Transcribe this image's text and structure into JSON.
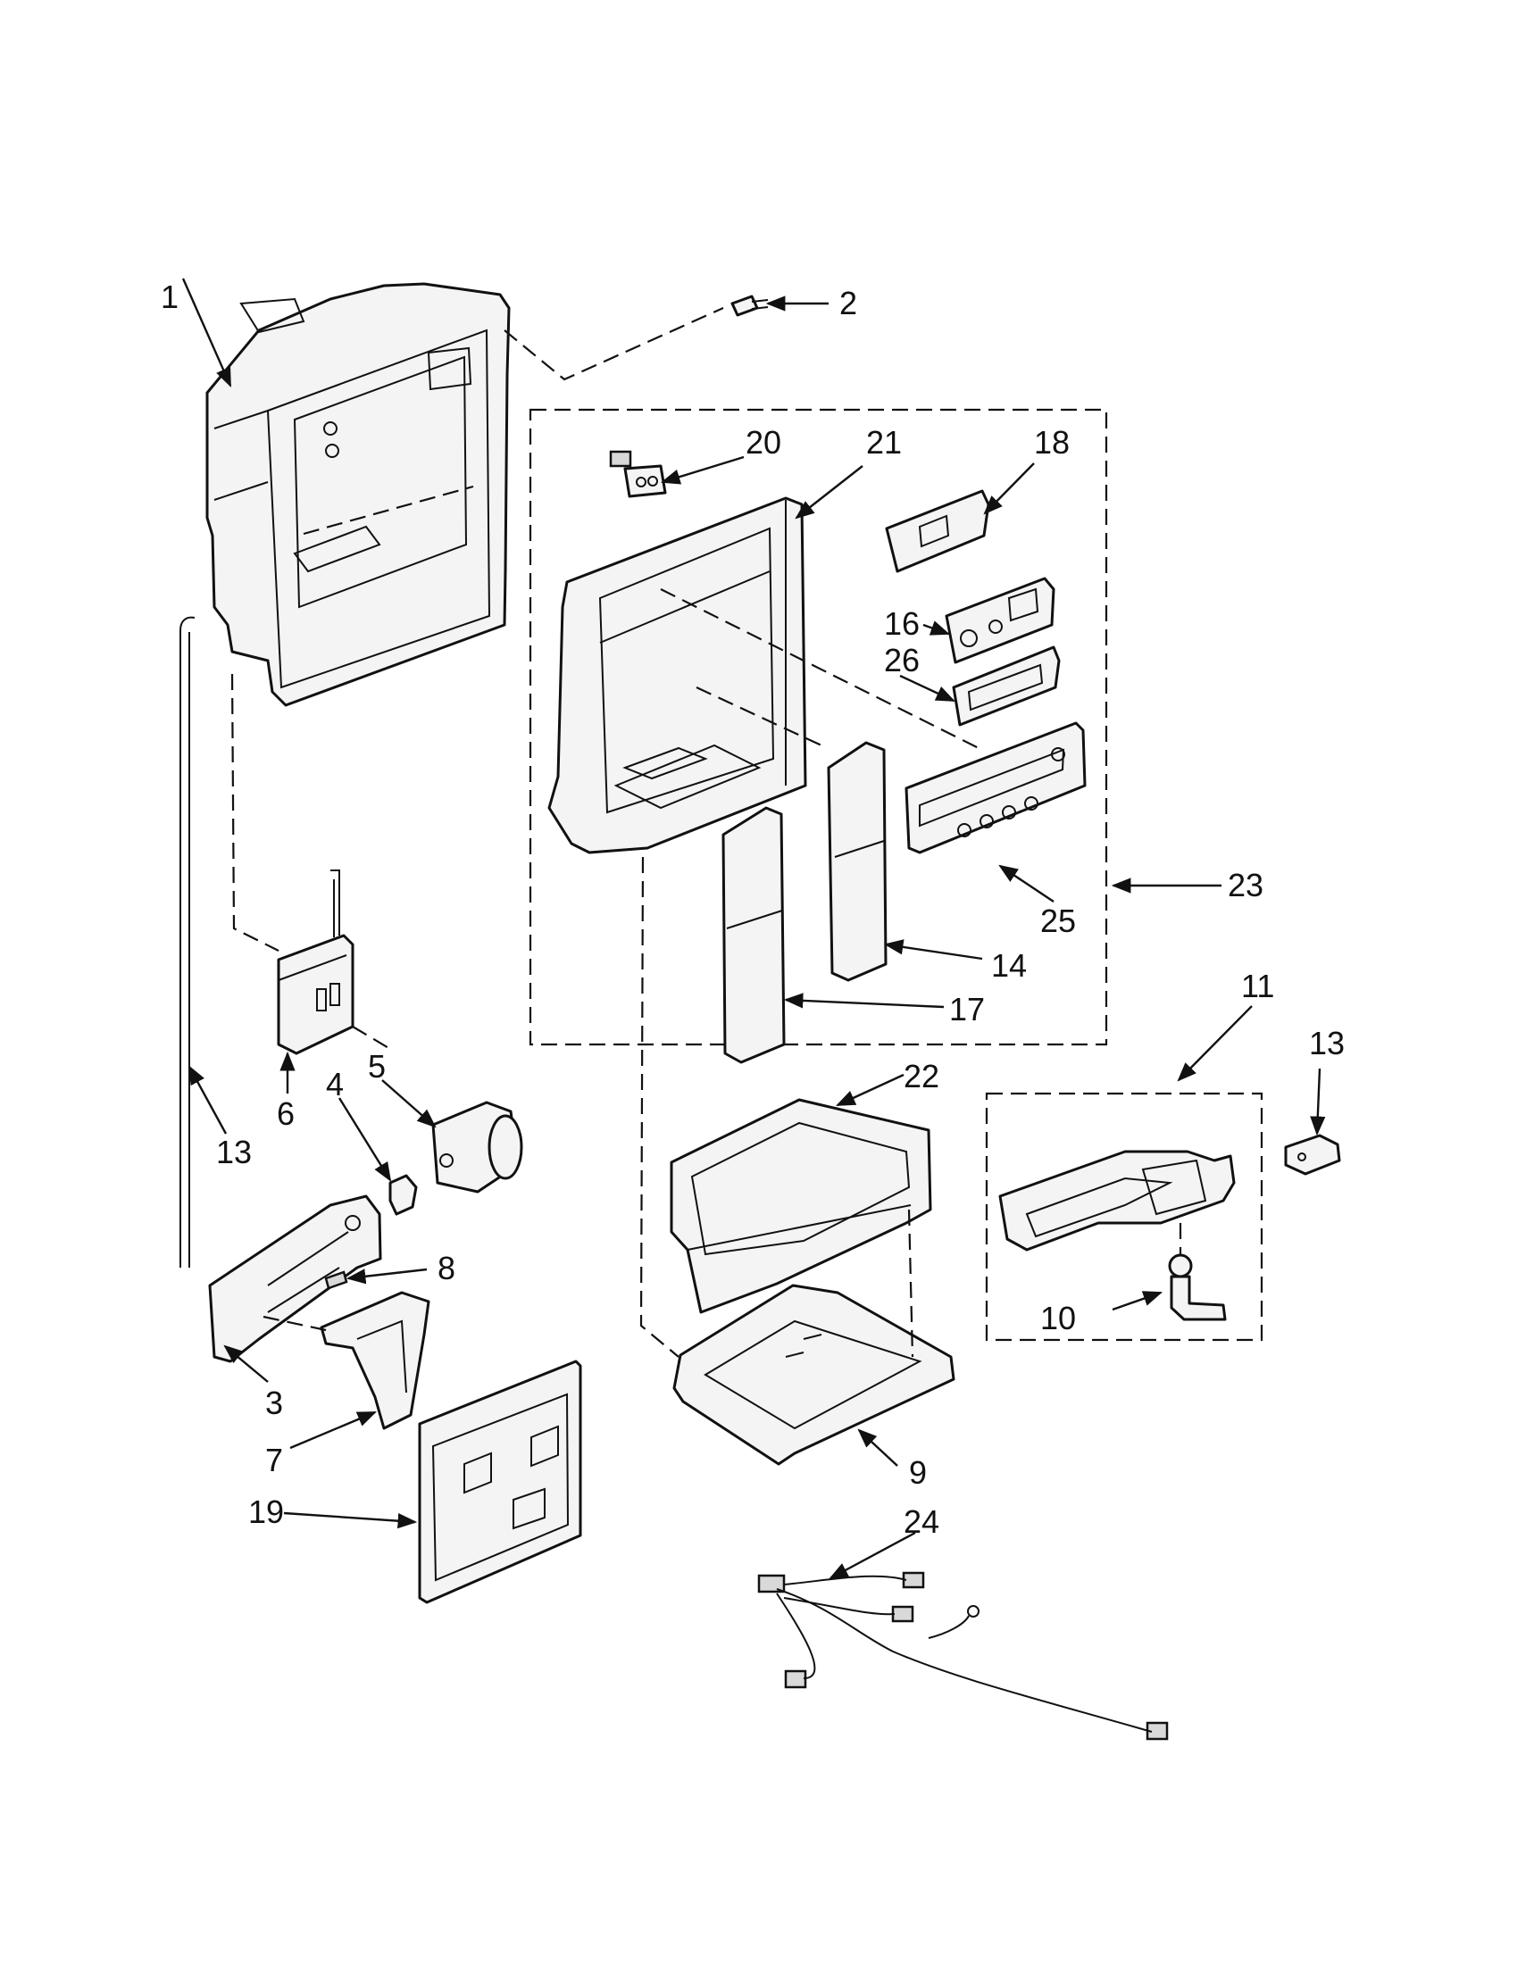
{
  "callouts": {
    "c1": "1",
    "c2": "2",
    "c3": "3",
    "c4": "4",
    "c5": "5",
    "c6": "6",
    "c7": "7",
    "c8": "8",
    "c9": "9",
    "c10": "10",
    "c11": "11",
    "c13a": "13",
    "c13b": "13",
    "c14": "14",
    "c16": "16",
    "c17": "17",
    "c18": "18",
    "c19": "19",
    "c20": "20",
    "c21": "21",
    "c22": "22",
    "c23": "23",
    "c24": "24",
    "c25": "25",
    "c26": "26"
  }
}
